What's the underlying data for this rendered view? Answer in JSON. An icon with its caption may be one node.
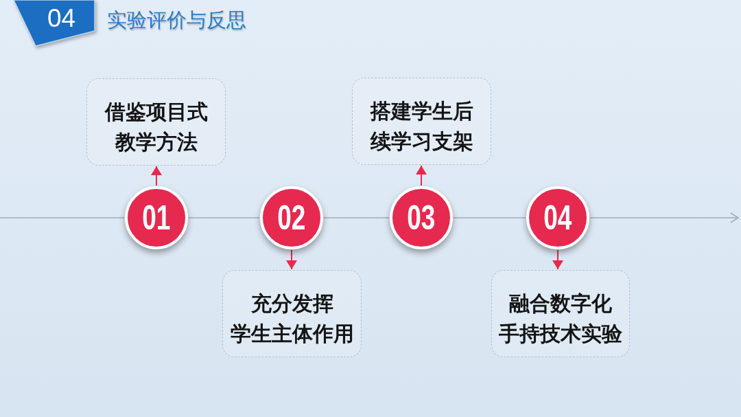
{
  "diagram": {
    "title": "实验评价与反思",
    "nodes": [
      {
        "text": [
          "04"
        ]
      },
      {
        "text": [
          "借鉴项目式教学方法"
        ]
      },
      {
        "text": [
          "01"
        ]
      },
      {
        "text": [
          "02"
        ]
      },
      {
        "text": [
          "充分发挥学生主体作用"
        ]
      },
      {
        "text": [
          "搭建学生后续学习支架"
        ]
      },
      {
        "text": [
          "03"
        ]
      },
      {
        "text": [
          "04"
        ]
      },
      {
        "text": [
          "融合数字化手持技术实验"
        ]
      }
    ],
    "edges": [
      {
        "from": 2,
        "to": 1,
        "arrow": "to",
        "color": "#e8294f"
      },
      {
        "from": 3,
        "to": 4,
        "arrow": "to",
        "color": "#e8294f"
      },
      {
        "from": 6,
        "to": 5,
        "arrow": "to",
        "color": "#e8294f"
      },
      {
        "from": 7,
        "to": 8,
        "arrow": "to",
        "color": "#e8294f"
      },
      {
        "from": null,
        "to": 2,
        "arrow": "none"
      },
      {
        "from": 2,
        "to": 3,
        "arrow": "none"
      },
      {
        "from": 3,
        "to": 6,
        "arrow": "none"
      },
      {
        "from": 6,
        "to": 7,
        "arrow": "none"
      },
      {
        "from": 7,
        "to": null,
        "arrow": "to"
      }
    ]
  }
}
